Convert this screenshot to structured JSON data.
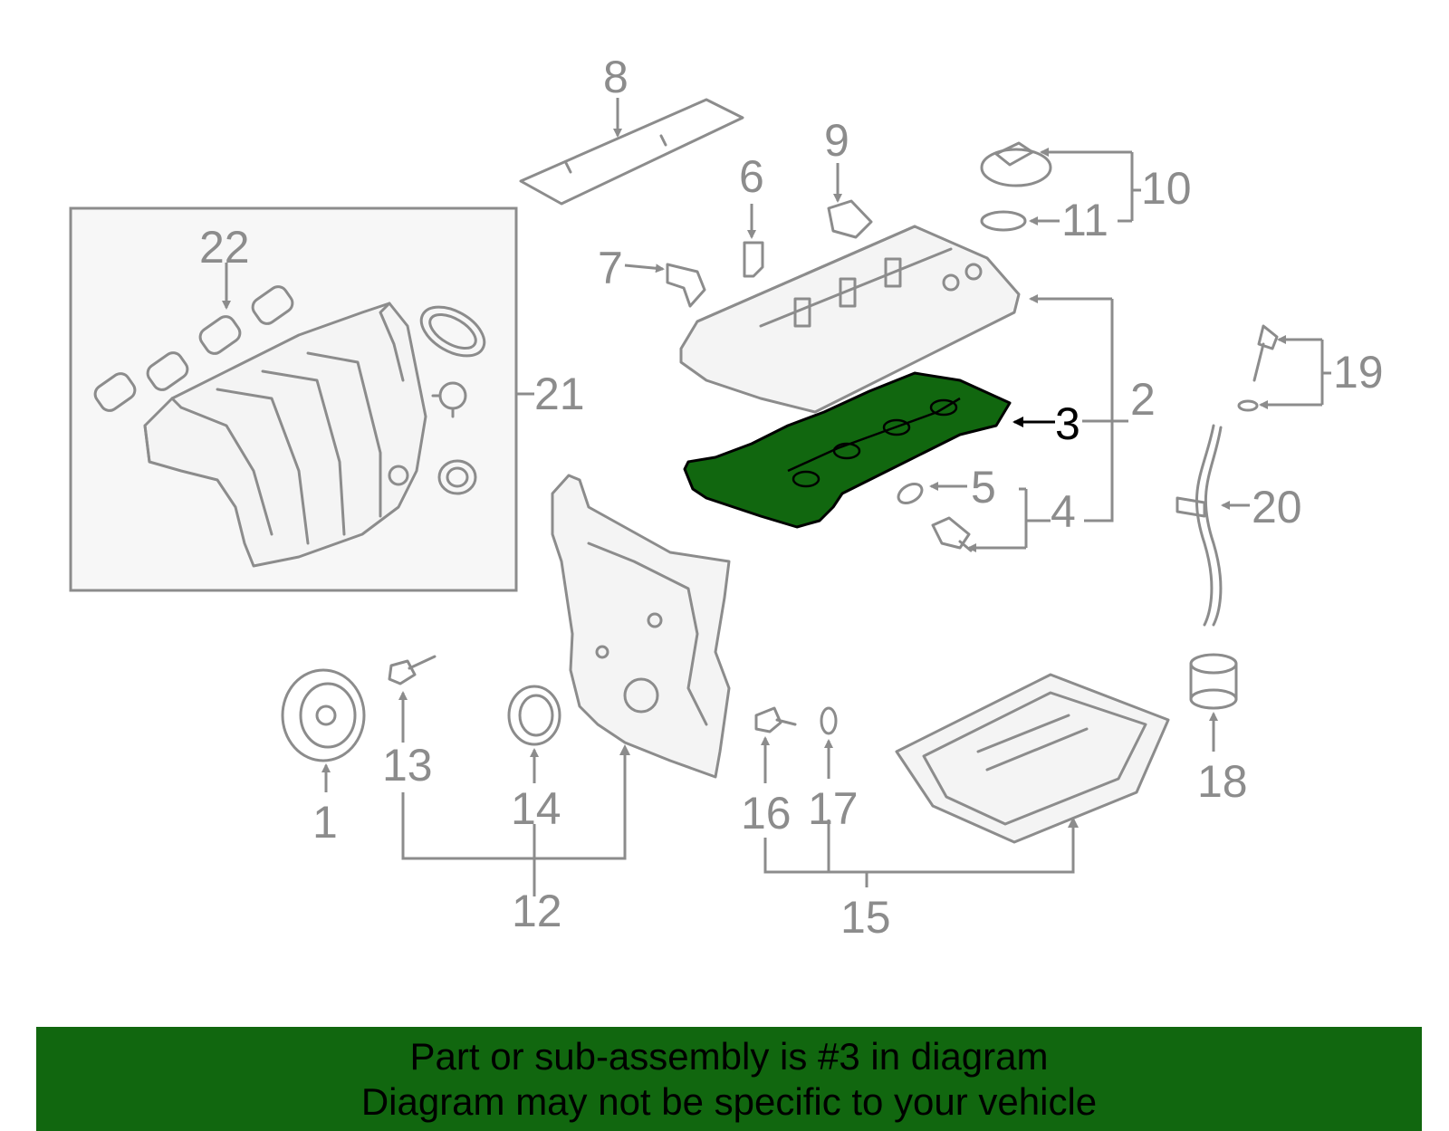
{
  "highlighted_part": "3",
  "highlight_color": "#11670f",
  "callouts": {
    "c1": "1",
    "c2": "2",
    "c3": "3",
    "c4": "4",
    "c5": "5",
    "c6": "6",
    "c7": "7",
    "c8": "8",
    "c9": "9",
    "c10": "10",
    "c11": "11",
    "c12": "12",
    "c13": "13",
    "c14": "14",
    "c15": "15",
    "c16": "16",
    "c17": "17",
    "c18": "18",
    "c19": "19",
    "c20": "20",
    "c21": "21",
    "c22": "22"
  },
  "banner": {
    "line1": "Part or sub-assembly is #3 in diagram",
    "line2": "Diagram may not be specific to your vehicle"
  }
}
